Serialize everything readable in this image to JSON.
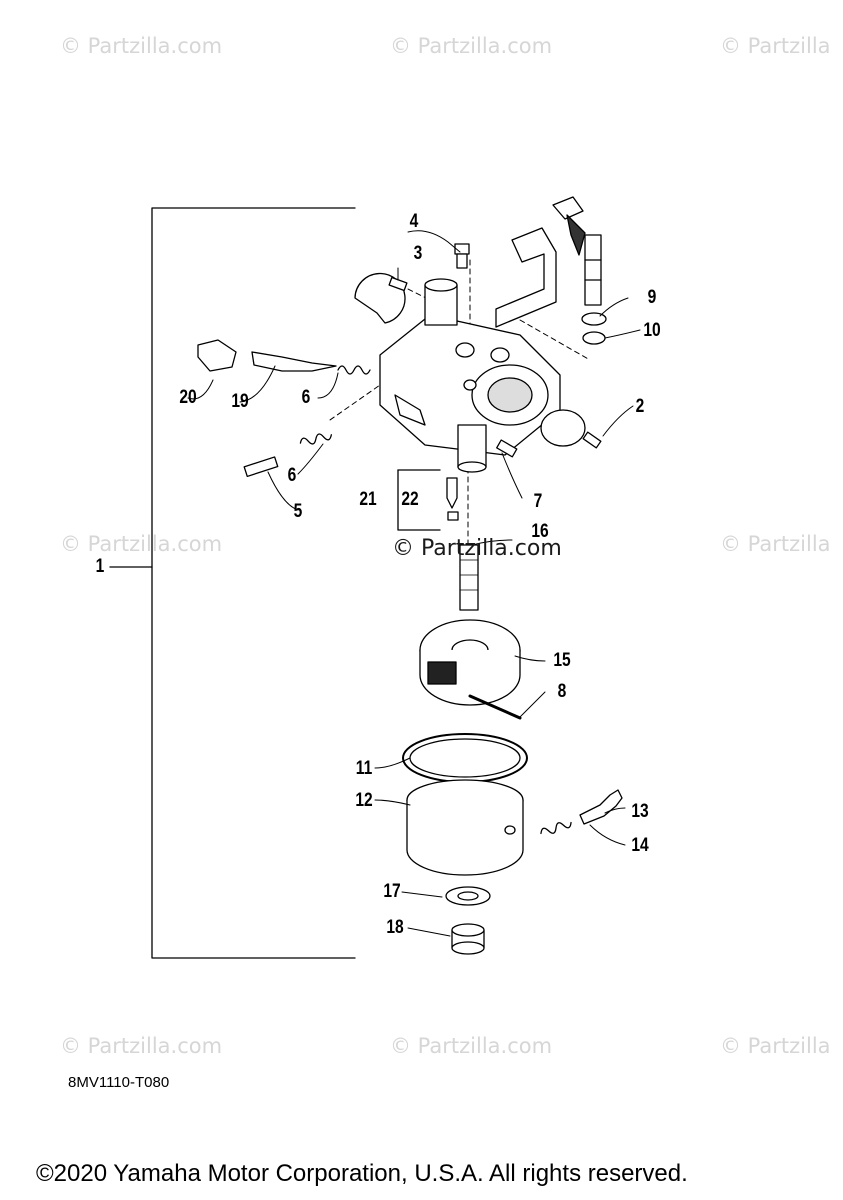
{
  "watermarks": [
    {
      "id": "wm1",
      "text": "© Partzilla.com"
    },
    {
      "id": "wm2",
      "text": "© Partzilla.com"
    },
    {
      "id": "wm3",
      "text": "© Partzilla"
    },
    {
      "id": "wm4",
      "text": "© Partzilla.com"
    },
    {
      "id": "wm5",
      "text": "© Partzilla"
    },
    {
      "id": "wm6",
      "text": "© Partzilla.com"
    },
    {
      "id": "wm7",
      "text": "© Partzilla.com"
    },
    {
      "id": "wm8",
      "text": "© Partzilla"
    },
    {
      "id": "wm_center",
      "text": "© Partzilla.com"
    }
  ],
  "callouts": {
    "c1": "1",
    "c2": "2",
    "c3": "3",
    "c4": "4",
    "c5": "5",
    "c6a": "6",
    "c6b": "6",
    "c7": "7",
    "c8": "8",
    "c9": "9",
    "c10": "10",
    "c11": "11",
    "c12": "12",
    "c13": "13",
    "c14": "14",
    "c15": "15",
    "c16": "16",
    "c17": "17",
    "c18": "18",
    "c19": "19",
    "c20": "20",
    "c21": "21",
    "c22": "22"
  },
  "diagram_code": "8MV1110-T080",
  "copyright": "©2020 Yamaha Motor Corporation, U.S.A. All rights reserved."
}
